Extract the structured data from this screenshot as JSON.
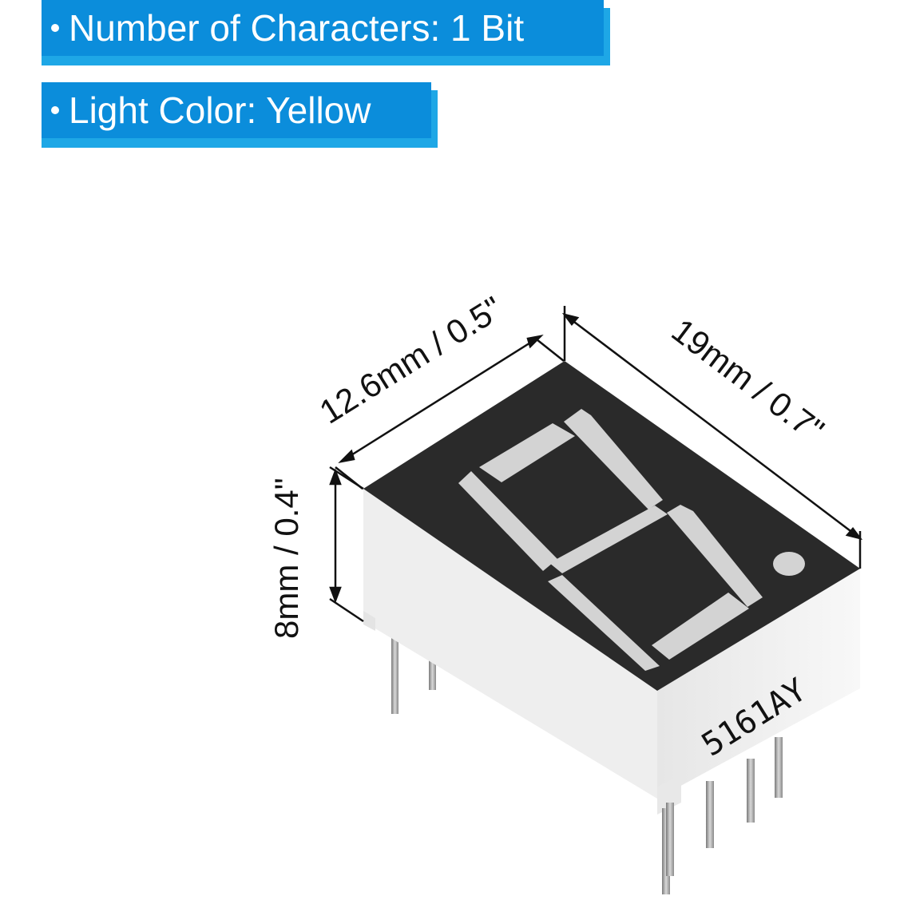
{
  "spec_tags": [
    {
      "text": "Number of Characters: 1 Bit"
    },
    {
      "text": "Light Color: Yellow"
    }
  ],
  "dimensions": {
    "width_label": "12.6mm / 0.5\"",
    "length_label": "19mm / 0.7\"",
    "height_label": "8mm / 0.4\""
  },
  "display": {
    "model_marking": "5161AY",
    "segment_color": "#d3d3d3",
    "body_top_color": "#2a2a2a",
    "body_side_color": "#f3f3f3",
    "accent_color": "#0b8ddb"
  }
}
